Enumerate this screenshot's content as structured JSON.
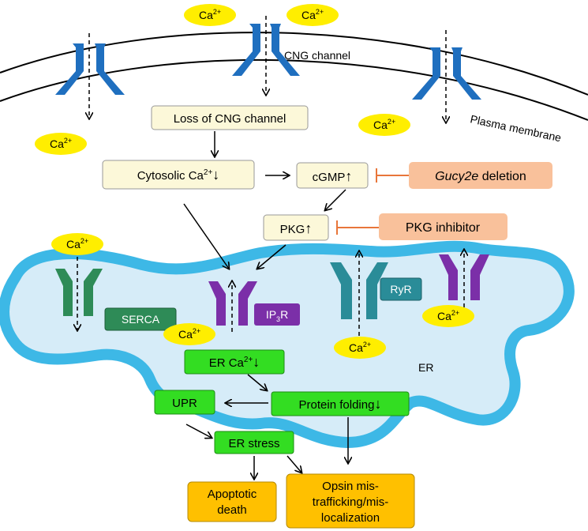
{
  "ions": {
    "ca_top_left": "Ca",
    "ca_top_right": "Ca",
    "ca_left": "Ca",
    "ca_mid": "Ca",
    "ca_serca": "Ca",
    "ca_ip3r": "Ca",
    "ca_ryr_out": "Ca",
    "ca_ryr2": "Ca",
    "charge": "2+"
  },
  "labels": {
    "cng_channel": "CNG channel",
    "plasma_membrane": "Plasma membrane",
    "er": "ER",
    "serca": "SERCA",
    "ip3r_main": "IP",
    "ip3r_sub": "3",
    "ip3r_end": "R",
    "ryr": "RyR"
  },
  "boxes": {
    "loss_cng": "Loss of CNG channel",
    "cytosolic_ca_prefix": "Cytosolic Ca",
    "arrow_down": "↓",
    "arrow_up": "↑",
    "cgmp": "cGMP",
    "gucy2e_italic": "Gucy2e",
    "gucy2e_rest": " deletion",
    "pkg": "PKG",
    "pkg_inhibitor": "PKG inhibitor",
    "er_ca_prefix": "ER Ca",
    "upr": "UPR",
    "protein_folding": "Protein folding",
    "er_stress": "ER stress",
    "apoptotic_line1": "Apoptotic",
    "apoptotic_line2": "death",
    "opsin_line1": "Opsin mis-",
    "opsin_line2": "trafficking/mis-",
    "opsin_line3": "localization"
  },
  "colors": {
    "membrane_line": "#000000",
    "cng_blue": "#1f6fbf",
    "teal_ryr": "#2a8c98",
    "green_serca": "#2e8b57",
    "purple": "#7b2fa8",
    "er_fill": "#d6ecf8",
    "er_edge": "#3db8e6",
    "ion_yellow": "#ffee00",
    "box_cream": "#fcf8d9",
    "box_orange_light": "#f9c19b",
    "box_green": "#33dd22",
    "box_amber": "#ffc000",
    "inhibit_orange": "#e8763a"
  }
}
